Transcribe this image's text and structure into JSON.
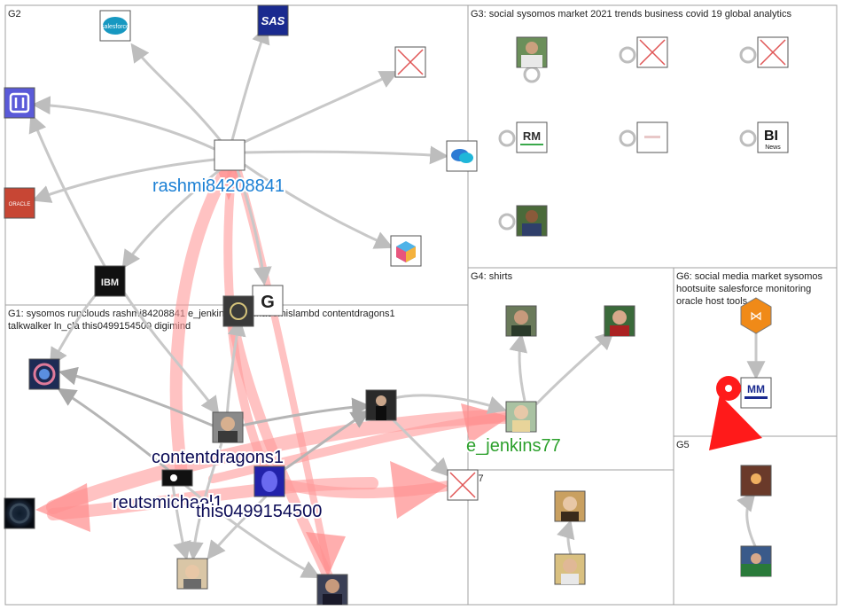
{
  "groups": [
    {
      "id": "G1",
      "title_lines": [
        "G1: sysomos runclouds rashmi84208841 e_jenkins77 mdnaeemislambd contentdragons1",
        "talkwalker ln_cla this0499154500 digimind"
      ]
    },
    {
      "id": "G2",
      "title_lines": [
        "G2"
      ]
    },
    {
      "id": "G3",
      "title_lines": [
        "G3: social sysomos market 2021 trends business covid 19 global analytics"
      ]
    },
    {
      "id": "G4",
      "title_lines": [
        "G4: shirts"
      ]
    },
    {
      "id": "G5",
      "title_lines": [
        "G5"
      ]
    },
    {
      "id": "G6",
      "title_lines": [
        "G6: social media market sysomos",
        "hootsuite salesforce monitoring",
        "oracle host tools"
      ]
    },
    {
      "id": "G7",
      "title_lines": [
        "G7"
      ]
    }
  ],
  "node_labels": {
    "rashmi": "rashmi84208841",
    "ejenkins": "e_jenkins77",
    "contentdragons": "contentdragons1",
    "reutsmichael": "reutsmichael1",
    "this0499": "this0499154500"
  },
  "logo_text": {
    "salesforce": "salesforce",
    "sas": "SAS",
    "ibm": "IBM",
    "oracle": "ORACLE",
    "bi": "BI",
    "bi_sub": "News",
    "rm": "RM",
    "g": "G",
    "mm": "MM"
  },
  "colors": {
    "edge_gray": "#c8c8c8",
    "edge_red": "#ff9a9a",
    "label_blue": "#1a7fd4",
    "label_green": "#2ca02c",
    "label_navy": "#0a0a55",
    "arrow_red": "#ff1a1a"
  }
}
